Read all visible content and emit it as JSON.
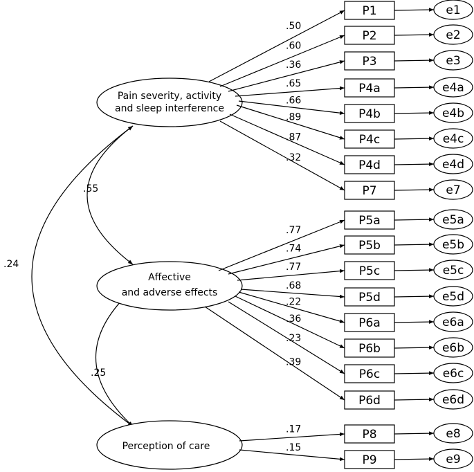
{
  "latents": {
    "pain": {
      "line1": "Pain severity, activity",
      "line2": "and sleep interference"
    },
    "affective": {
      "line1": "Affective",
      "line2": "and adverse effects"
    },
    "care": {
      "line1": "Perception of care"
    }
  },
  "indicators": [
    {
      "id": "P1",
      "label": "P1",
      "error": "e1",
      "factor": "pain",
      "loading": ".50"
    },
    {
      "id": "P2",
      "label": "P2",
      "error": "e2",
      "factor": "pain",
      "loading": ".60"
    },
    {
      "id": "P3",
      "label": "P3",
      "error": "e3",
      "factor": "pain",
      "loading": ".36"
    },
    {
      "id": "P4a",
      "label": "P4a",
      "error": "e4a",
      "factor": "pain",
      "loading": ".65"
    },
    {
      "id": "P4b",
      "label": "P4b",
      "error": "e4b",
      "factor": "pain",
      "loading": ".66"
    },
    {
      "id": "P4c",
      "label": "P4c",
      "error": "e4c",
      "factor": "pain",
      "loading": ".89"
    },
    {
      "id": "P4d",
      "label": "P4d",
      "error": "e4d",
      "factor": "pain",
      "loading": ".87"
    },
    {
      "id": "P7",
      "label": "P7",
      "error": "e7",
      "factor": "pain",
      "loading": ".32"
    },
    {
      "id": "P5a",
      "label": "P5a",
      "error": "e5a",
      "factor": "affective",
      "loading": ".77"
    },
    {
      "id": "P5b",
      "label": "P5b",
      "error": "e5b",
      "factor": "affective",
      "loading": ".74"
    },
    {
      "id": "P5c",
      "label": "P5c",
      "error": "e5c",
      "factor": "affective",
      "loading": ".77"
    },
    {
      "id": "P5d",
      "label": "P5d",
      "error": "e5d",
      "factor": "affective",
      "loading": ".68"
    },
    {
      "id": "P6a",
      "label": "P6a",
      "error": "e6a",
      "factor": "affective",
      "loading": ".22"
    },
    {
      "id": "P6b",
      "label": "P6b",
      "error": "e6b",
      "factor": "affective",
      "loading": ".36"
    },
    {
      "id": "P6c",
      "label": "P6c",
      "error": "e6c",
      "factor": "affective",
      "loading": ".23"
    },
    {
      "id": "P6d",
      "label": "P6d",
      "error": "e6d",
      "factor": "affective",
      "loading": ".39"
    },
    {
      "id": "P8",
      "label": "P8",
      "error": "e8",
      "factor": "care",
      "loading": ".17"
    },
    {
      "id": "P9",
      "label": "P9",
      "error": "e9",
      "factor": "care",
      "loading": ".15"
    }
  ],
  "correlations": [
    {
      "id": "pain-affective",
      "from": "pain",
      "to": "affective",
      "value": ".55"
    },
    {
      "id": "affective-care",
      "from": "affective",
      "to": "care",
      "value": ".25"
    },
    {
      "id": "pain-care",
      "from": "pain",
      "to": "care",
      "value": ".24"
    }
  ]
}
